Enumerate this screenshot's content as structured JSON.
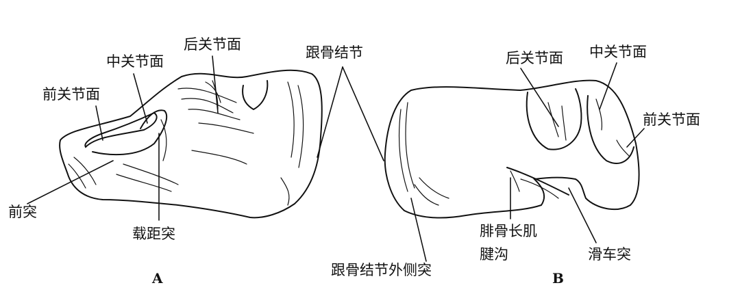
{
  "figure_a": {
    "panel_label": "A",
    "labels": {
      "posterior_facet": "后关节面",
      "middle_facet": "中关节面",
      "anterior_facet": "前关节面",
      "anterior_process": "前突",
      "sustentaculum_tali": "载距突"
    }
  },
  "shared": {
    "calcaneal_tuberosity": "跟骨结节"
  },
  "figure_b": {
    "panel_label": "B",
    "labels": {
      "posterior_facet": "后关节面",
      "middle_facet": "中关节面",
      "anterior_facet": "前关节面",
      "lateral_process_tuberosity": "跟骨结节外侧突",
      "peroneus_groove_line1": "腓骨长肌",
      "peroneus_groove_line2": "腱沟",
      "trochlear_process": "滑车突"
    }
  },
  "colors": {
    "ink": "#111111",
    "background": "#ffffff"
  }
}
